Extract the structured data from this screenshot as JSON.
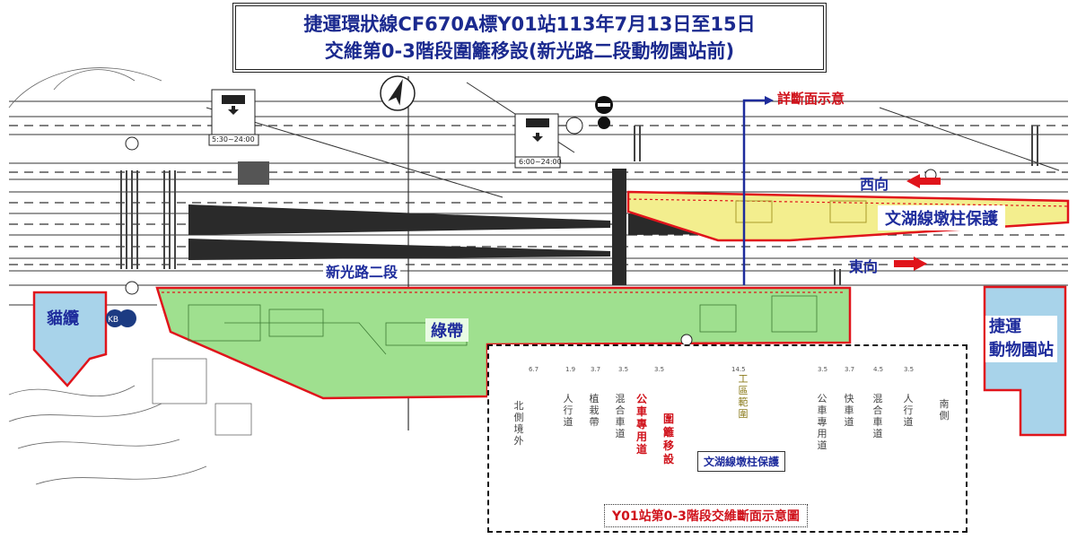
{
  "title": {
    "line1": "捷運環狀線CF670A標Y01站113年7月13日至15日",
    "line2": "交維第0-3階段圍籬移設(新光路二段動物園站前)"
  },
  "labels": {
    "detail_section": "詳斷面示意",
    "west": "西向",
    "east": "東向",
    "wenhu_protect": "文湖線墩柱保護",
    "road_name": "新光路二段",
    "green_belt": "綠帶",
    "cat_cable": "貓纜",
    "station_line1": "捷運",
    "station_line2": "動物園站"
  },
  "map_signs": {
    "sign1_hours": "5:30~24:00",
    "sign2_hours": "6:00~24:00"
  },
  "section": {
    "caption": "Y01站第0-3階段交維斷面示意圖",
    "inner_label": "文湖線墩柱保護",
    "fence_label": "圍籬移設",
    "columns": [
      "北側境外",
      "人行道",
      "植栽帶",
      "混合車道",
      "公車專用道",
      "工區範圍",
      "公車專用道",
      "快車道",
      "混合車道",
      "人行道",
      "南側"
    ],
    "widths": [
      "6.7",
      "1.9",
      "3.7",
      "3.5",
      "3.5",
      "14.5",
      "3.5",
      "3.7",
      "4.5",
      "3.5"
    ]
  },
  "colors": {
    "title_text": "#1b2a8f",
    "label_blue": "#1e2c9c",
    "label_red": "#d0121b",
    "green_zone": "#9fe08f",
    "yellow_zone": "#f3ee8e",
    "station_blue": "#a8d3ea",
    "outline_red": "#e0141b"
  },
  "icons": [
    "north-arrow-icon",
    "bus-sign-icon",
    "no-entry-icon",
    "west-arrow-icon",
    "east-arrow-icon",
    "section-marker-arrow-icon"
  ]
}
